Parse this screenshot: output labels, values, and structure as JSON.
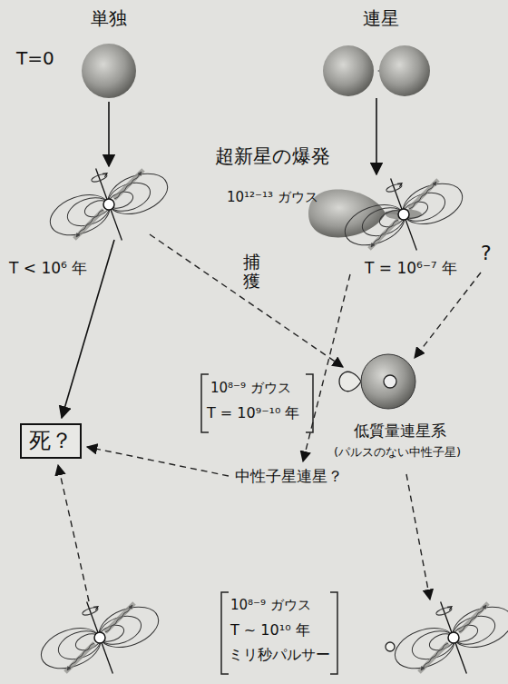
{
  "diagram": {
    "nodes": [
      {
        "text": [
          "死？"
        ]
      }
    ],
    "labels": [
      "単独",
      "連星",
      "T=0",
      "超新星の爆発",
      "10¹²⁻¹³ ガウス",
      "T < 10⁶ 年",
      "T = 10⁶⁻⁷ 年",
      "捕獲",
      "?",
      "10⁸⁻⁹ ガウス",
      "T = 10⁹⁻¹⁰ 年",
      "低質量連星系",
      "(パルスのない中性子星)",
      "中性子星連星？",
      "10⁸⁻⁹ ガウス",
      "T ~ 10¹⁰ 年",
      "ミリ秒パルサー"
    ]
  }
}
